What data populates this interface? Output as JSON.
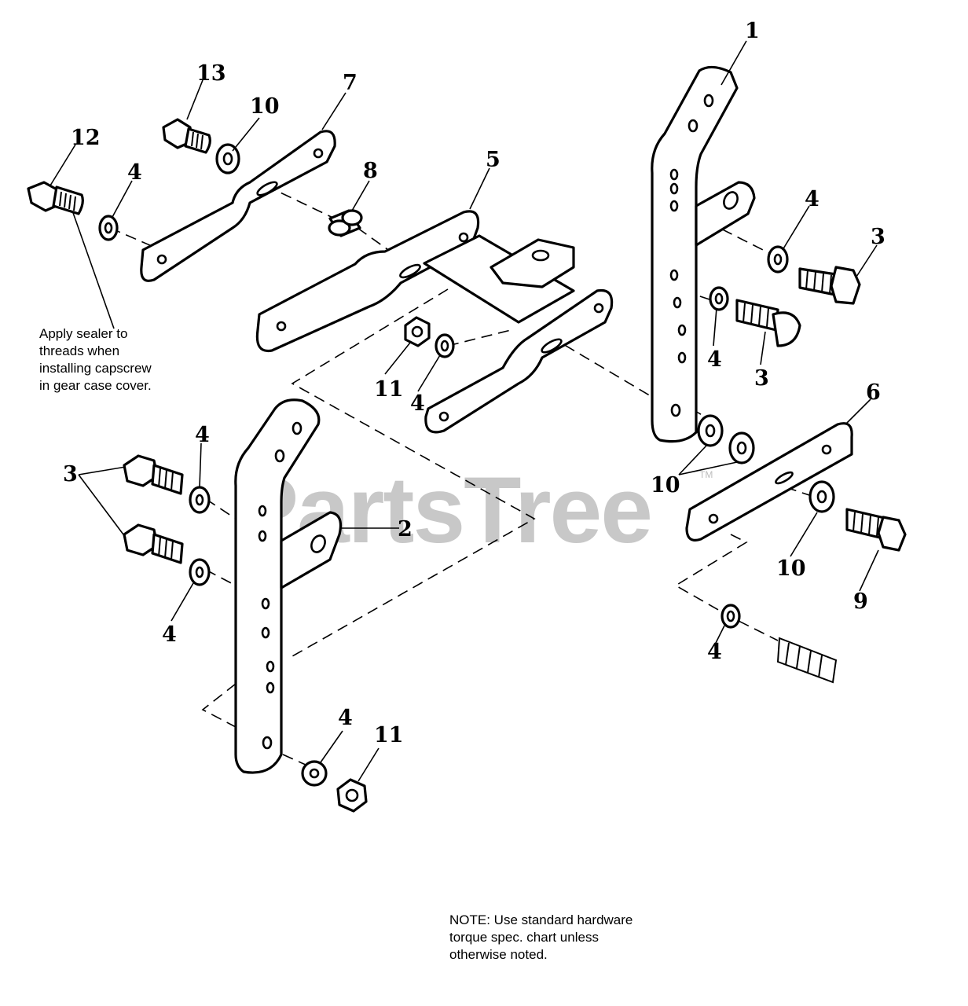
{
  "watermark": {
    "text": "PartsTree",
    "trademark": "TM"
  },
  "sealer_note": {
    "lines": [
      "Apply sealer to",
      "threads when",
      "installing capscrew",
      "in gear case cover."
    ]
  },
  "hardware_note": {
    "lines": [
      "NOTE: Use standard hardware",
      "torque spec. chart unless",
      "otherwise noted."
    ]
  },
  "callouts": {
    "c1": "1",
    "c2": "2",
    "c3_top": "3",
    "c3_mid": "3",
    "c3_left": "3",
    "c4_a": "4",
    "c4_b": "4",
    "c4_c": "4",
    "c4_d": "4",
    "c4_e": "4",
    "c4_f": "4",
    "c4_g": "4",
    "c4_h": "4",
    "c5": "5",
    "c6": "6",
    "c7": "7",
    "c8": "8",
    "c9": "9",
    "c10_a": "10",
    "c10_b": "10",
    "c10_c": "10",
    "c11_a": "11",
    "c11_b": "11",
    "c12": "12",
    "c13": "13"
  }
}
